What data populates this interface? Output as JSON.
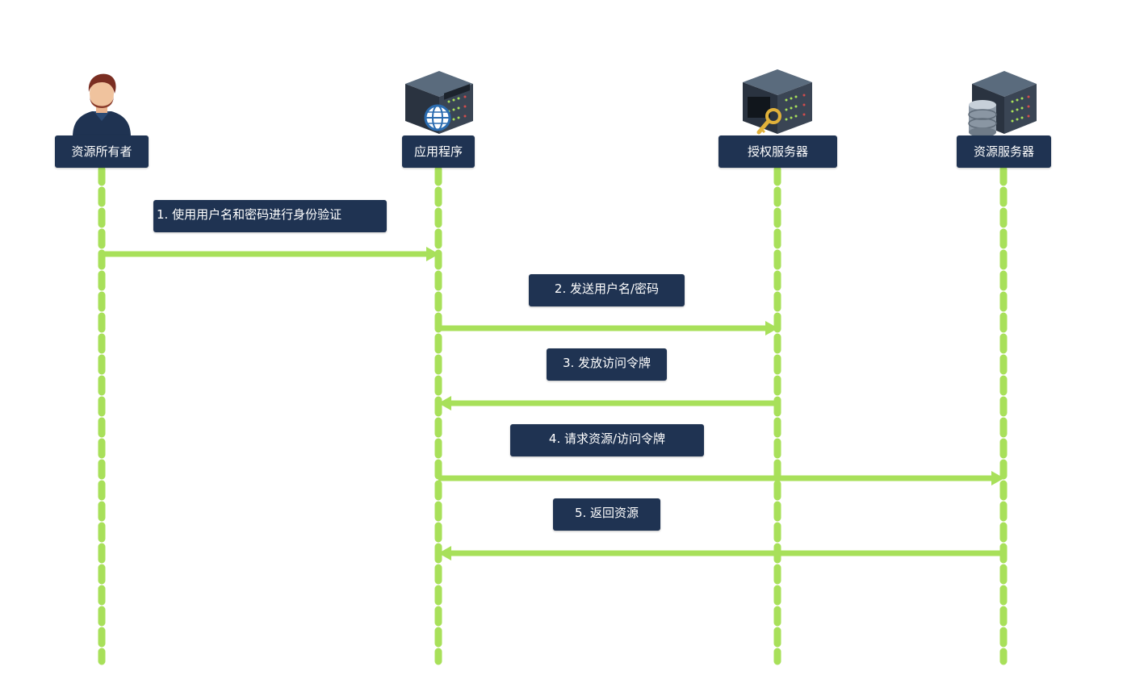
{
  "colors": {
    "lifeline": "#a8e05a",
    "arrow": "#a8e05a",
    "box_bg": "#1f3352",
    "box_text": "#ffffff"
  },
  "actors": [
    {
      "id": "owner",
      "label": "资源所有者",
      "icon": "person-icon"
    },
    {
      "id": "app",
      "label": "应用程序",
      "icon": "web-server-icon"
    },
    {
      "id": "auth",
      "label": "授权服务器",
      "icon": "key-server-icon"
    },
    {
      "id": "resource",
      "label": "资源服务器",
      "icon": "database-server-icon"
    }
  ],
  "messages": [
    {
      "label": "1. 使用用户名和密码进行身份验证",
      "from": "owner",
      "to": "app"
    },
    {
      "label": "2. 发送用户名/密码",
      "from": "app",
      "to": "auth"
    },
    {
      "label": "3. 发放访问令牌",
      "from": "auth",
      "to": "app"
    },
    {
      "label": "4. 请求资源/访问令牌",
      "from": "app",
      "to": "resource"
    },
    {
      "label": "5. 返回资源",
      "from": "resource",
      "to": "app"
    }
  ]
}
